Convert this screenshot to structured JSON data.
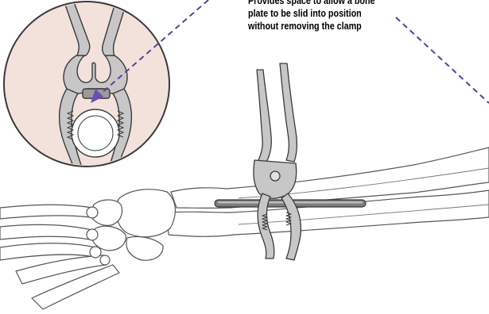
{
  "caption": {
    "lines": [
      "Provides space to allow a bone",
      "plate to be slid into position",
      "without removing the clamp"
    ]
  },
  "colors": {
    "callout_line": "#5b3f9a",
    "arrow": "#6a4fb0",
    "inset_fill": "#f3e2dc",
    "clamp_metal": "#c7c7c7",
    "outline": "#3a3a3a",
    "plate": "#7d7d7d"
  },
  "icons": {
    "clamp": "bone-reduction-clamp-icon",
    "bone_plate": "bone-plate-icon"
  }
}
